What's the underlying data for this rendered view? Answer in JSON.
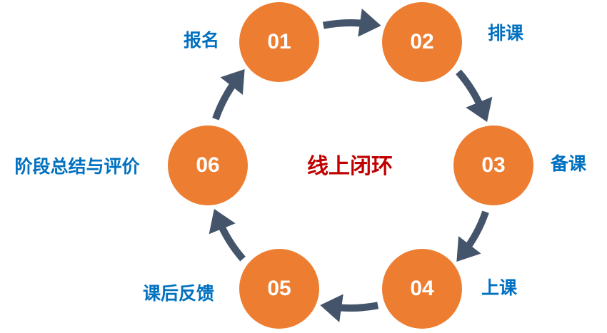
{
  "title": "线上闭环",
  "steps": [
    {
      "num": "01",
      "label": "报名"
    },
    {
      "num": "02",
      "label": "排课"
    },
    {
      "num": "03",
      "label": "备课"
    },
    {
      "num": "04",
      "label": "上课"
    },
    {
      "num": "05",
      "label": "课后反馈"
    },
    {
      "num": "06",
      "label": "阶段总结与评价"
    }
  ],
  "colors": {
    "node": "#ED7D31",
    "arrow": "#44546A",
    "label": "#0070C0",
    "title": "#C00000"
  }
}
